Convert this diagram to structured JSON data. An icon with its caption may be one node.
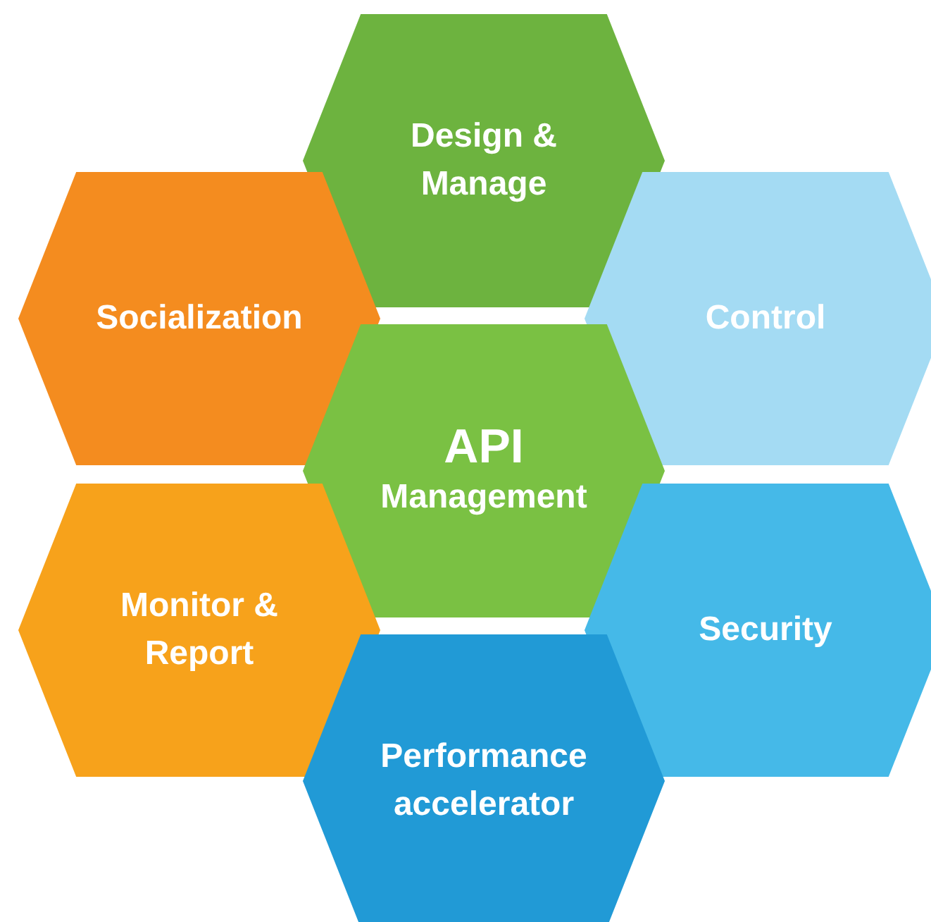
{
  "diagram": {
    "nodes": [
      {
        "text": [
          "Design & Manage"
        ]
      },
      {
        "text": [
          "Socialization"
        ]
      },
      {
        "text": [
          "Control"
        ]
      },
      {
        "text": [
          "API",
          "Management"
        ]
      },
      {
        "text": [
          "Monitor & Report"
        ]
      },
      {
        "text": [
          "Security"
        ]
      },
      {
        "text": [
          "Performance accelerator"
        ]
      }
    ]
  }
}
